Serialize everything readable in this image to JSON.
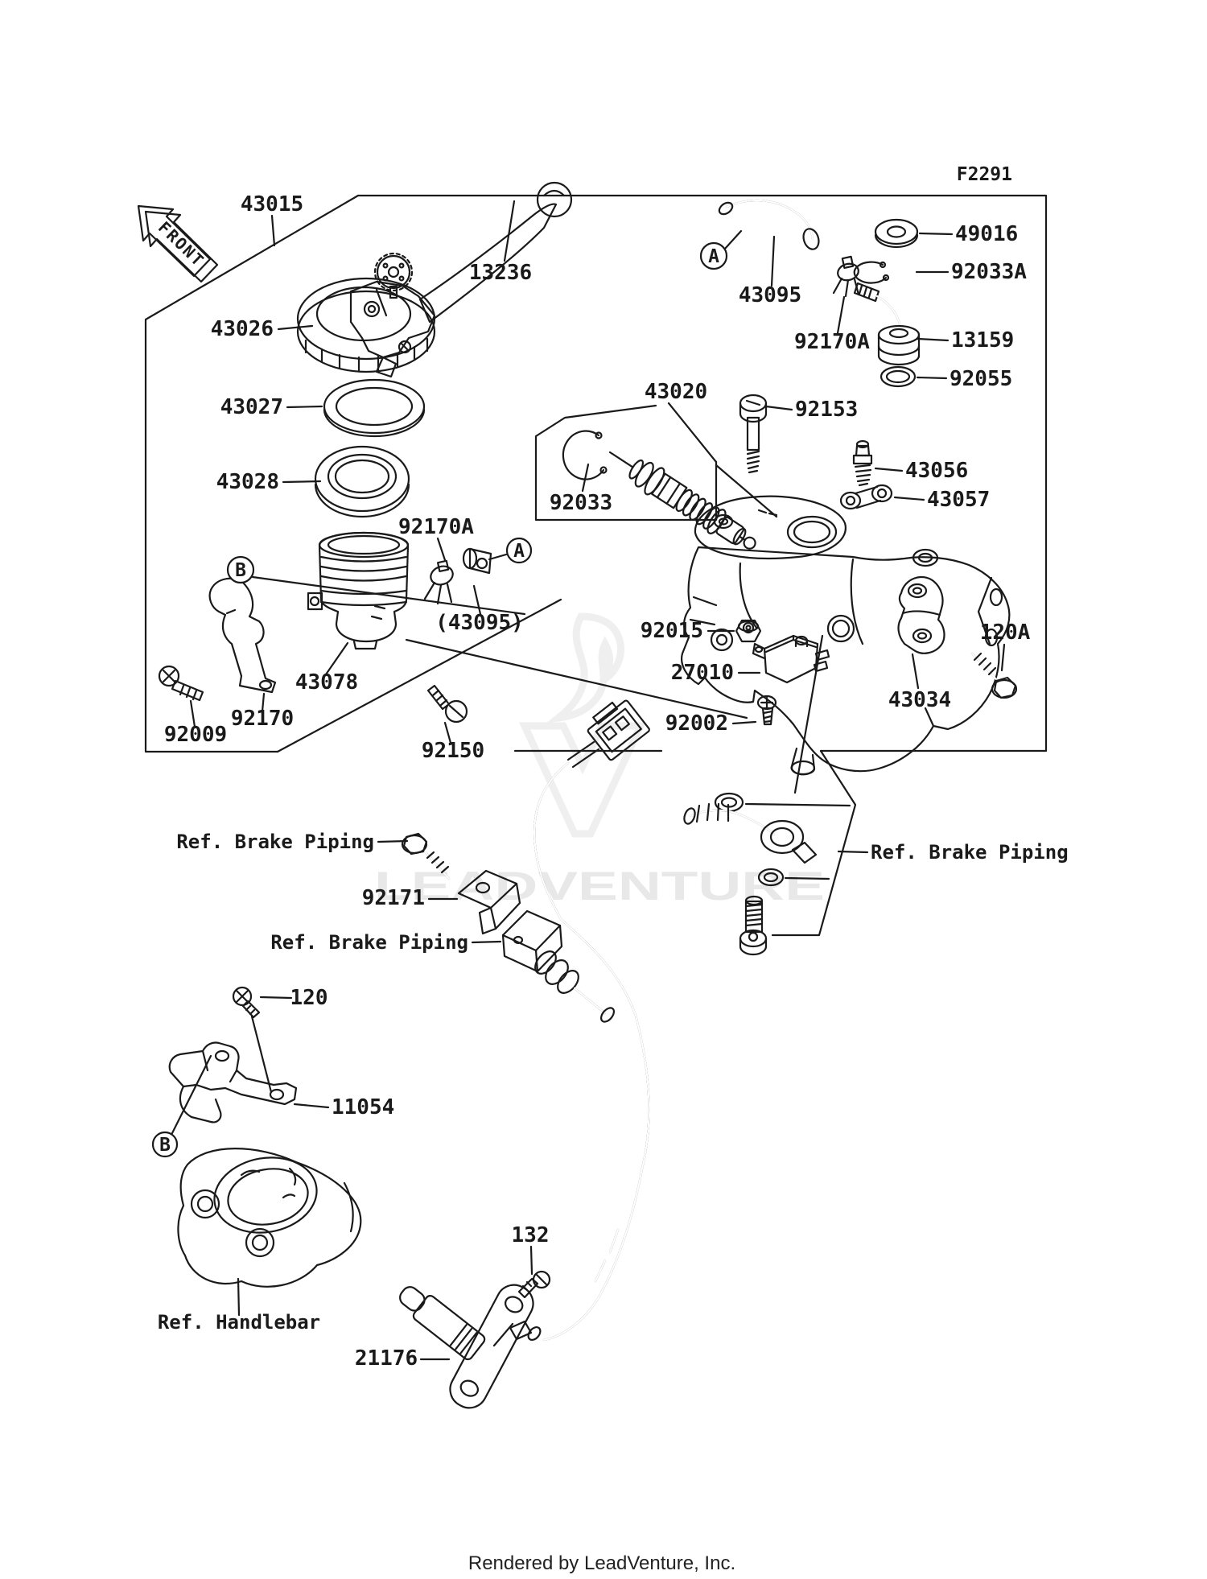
{
  "diagram": {
    "figure_code": "F2291",
    "front_label": "FRONT",
    "watermark": "LEADVENTURE",
    "footer": "Rendered by LeadVenture, Inc.",
    "callouts": {
      "a": "A",
      "b": "B"
    },
    "labels": {
      "n43015": "43015",
      "n13236": "13236",
      "n43026": "43026",
      "n43027": "43027",
      "n43028": "43028",
      "n92170a": "92170A",
      "n43095": "43095",
      "n43095p": "(43095)",
      "n49016": "49016",
      "n92033a": "92033A",
      "n13159": "13159",
      "n92055": "92055",
      "n43020": "43020",
      "n92153": "92153",
      "n92033": "92033",
      "n43056": "43056",
      "n43057": "43057",
      "n92015": "92015",
      "n27010": "27010",
      "n92002": "92002",
      "n43034": "43034",
      "n120a": "120A",
      "n43078": "43078",
      "n92170": "92170",
      "n92009": "92009",
      "n92150": "92150",
      "n92171": "92171",
      "n120": "120",
      "n11054": "11054",
      "n132": "132",
      "n21176": "21176",
      "refBrakePiping": "Ref. Brake Piping",
      "refHandlebar": "Ref. Handlebar"
    },
    "colors": {
      "line": "#1a1a1a",
      "watermark": "#e8e8e8",
      "paper": "#ffffff"
    }
  }
}
